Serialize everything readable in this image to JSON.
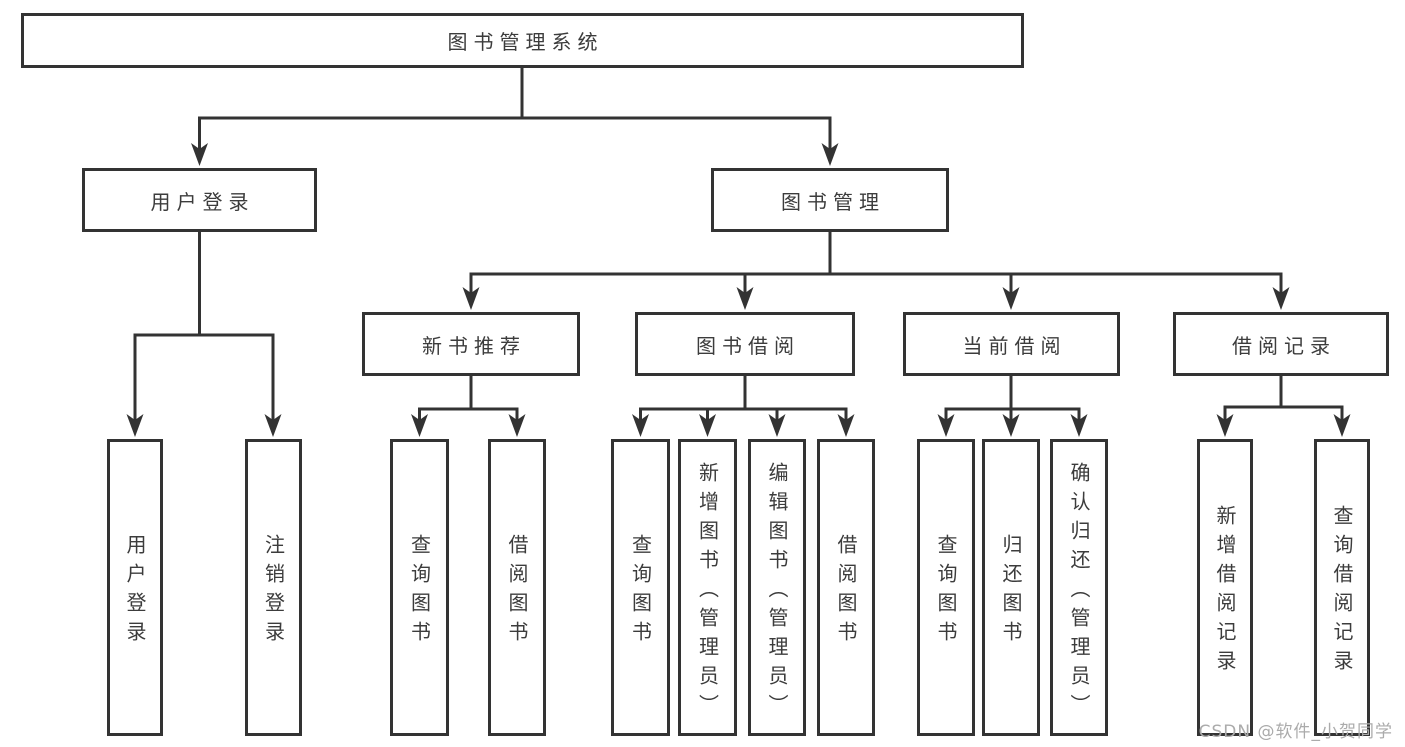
{
  "tree": {
    "label": "图书管理系统",
    "children": [
      {
        "label": "用户登录",
        "children": [
          {
            "label": "用户登录"
          },
          {
            "label": "注销登录"
          }
        ]
      },
      {
        "label": "图书管理",
        "children": [
          {
            "label": "新书推荐",
            "children": [
              {
                "label": "查询图书"
              },
              {
                "label": "借阅图书"
              }
            ]
          },
          {
            "label": "图书借阅",
            "children": [
              {
                "label": "查询图书"
              },
              {
                "label": "新增图书（管理员）"
              },
              {
                "label": "编辑图书（管理员）"
              },
              {
                "label": "借阅图书"
              }
            ]
          },
          {
            "label": "当前借阅",
            "children": [
              {
                "label": "查询图书"
              },
              {
                "label": "归还图书"
              },
              {
                "label": "确认归还（管理员）"
              }
            ]
          },
          {
            "label": "借阅记录",
            "children": [
              {
                "label": "新增借阅记录"
              },
              {
                "label": "查询借阅记录"
              }
            ]
          }
        ]
      }
    ]
  },
  "watermark": {
    "text": "CSDN @软件_小贺同学"
  },
  "colors": {
    "line": "#333333",
    "text": "#3c3c3c",
    "box_background": "#ffffff",
    "watermark": "#ababab"
  }
}
